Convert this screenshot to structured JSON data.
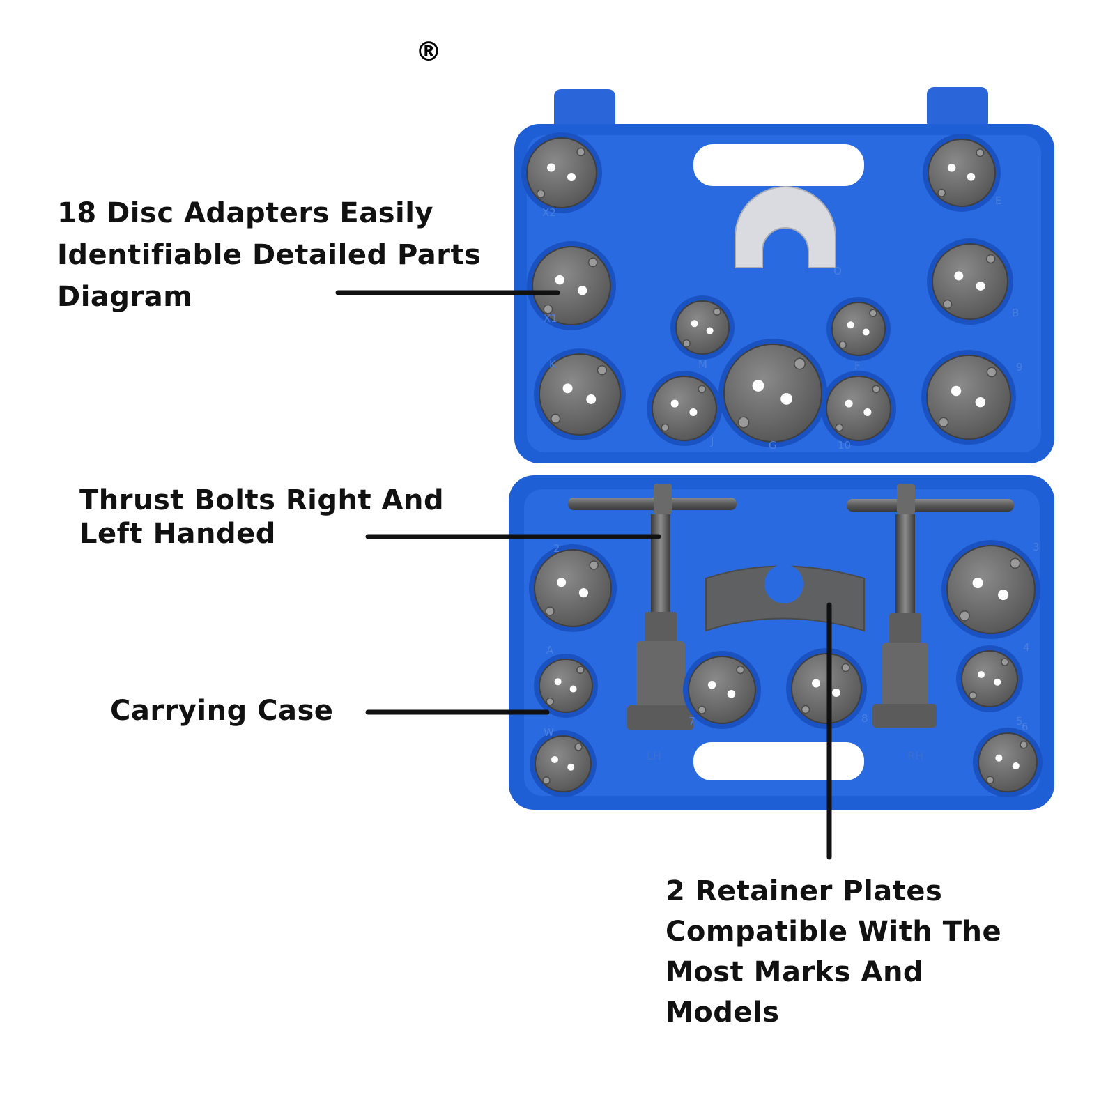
{
  "trademark": "®",
  "callouts": {
    "disc_adapters": [
      "18 Disc Adapters Easily",
      "Identifiable Detailed Parts",
      "Diagram"
    ],
    "thrust_bolts": [
      "Thrust Bolts Right And",
      "Left Handed"
    ],
    "carrying_case": [
      "Carrying Case"
    ],
    "retainer_plates": [
      "2 Retainer Plates",
      "Compatible With The",
      "Most Marks And",
      "Models"
    ]
  },
  "case": {
    "upper_adapter_labels": [
      "X2",
      "E",
      "X1",
      "B",
      "M",
      "F",
      "K",
      "J",
      "G",
      "10",
      "9",
      "O"
    ],
    "lower_adapter_labels": [
      "2",
      "A",
      "W",
      "7",
      "8",
      "3",
      "4",
      "5",
      "6"
    ],
    "tool_labels": {
      "left": "LH",
      "right": "RH"
    }
  },
  "colors": {
    "case_blue": "#1f5fd6",
    "case_blue_dark": "#1547b0",
    "case_blue_light": "#3f7fe8",
    "metal": "#6e6e6e",
    "metal_dark": "#4a4a4a",
    "plate_silver": "#d9dbe0"
  }
}
